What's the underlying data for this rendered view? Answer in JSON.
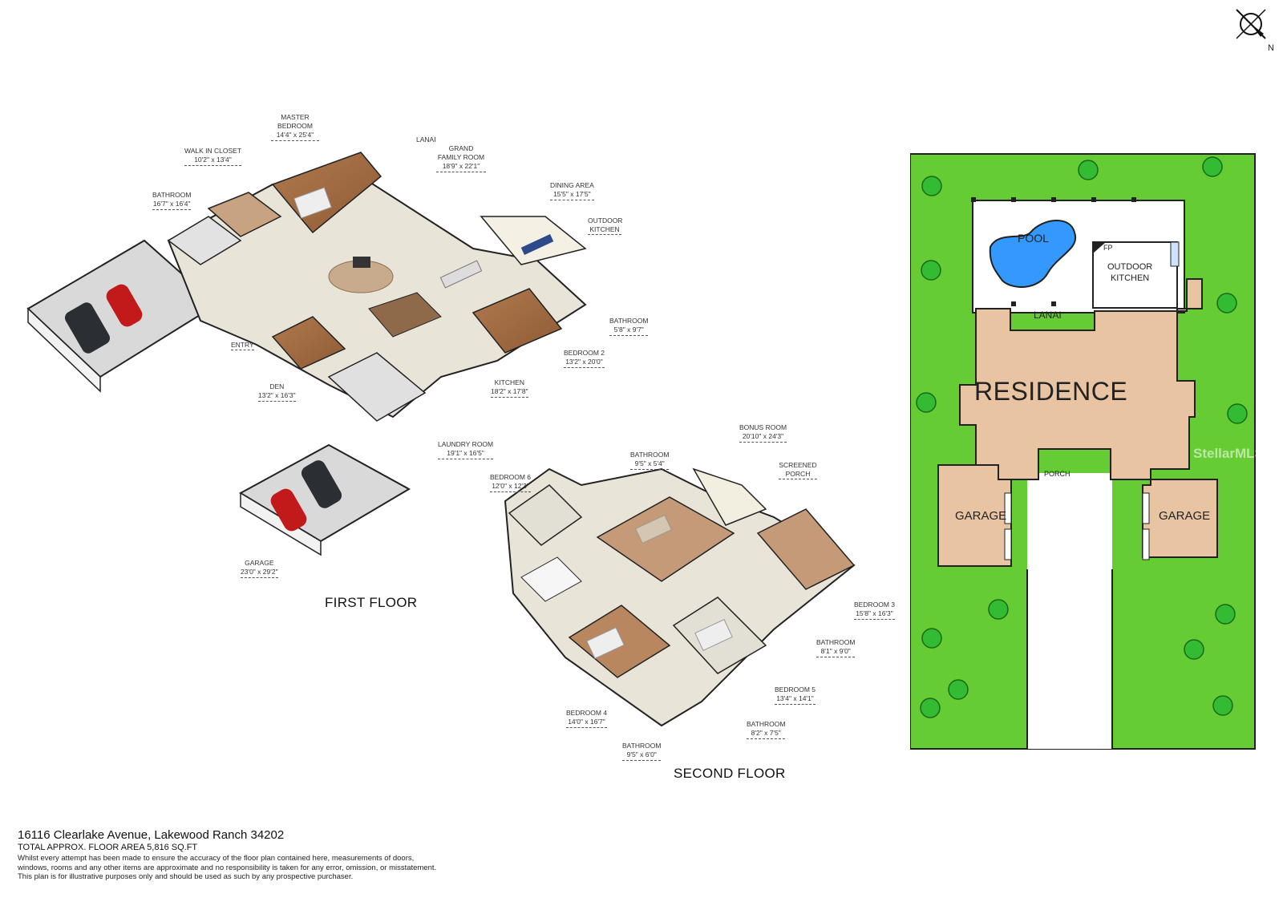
{
  "first_floor": {
    "title": "FIRST FLOOR",
    "rooms": [
      {
        "name": "MASTER BEDROOM",
        "dims": "14'4\" x 25'4\""
      },
      {
        "name": "WALK IN CLOSET",
        "dims": "10'2\" x 13'4\""
      },
      {
        "name": "LANAI",
        "dims": ""
      },
      {
        "name": "GRAND FAMILY ROOM",
        "dims": "18'9\" x 22'1\""
      },
      {
        "name": "BATHROOM",
        "dims": "16'7\" x 16'4\""
      },
      {
        "name": "DINING AREA",
        "dims": "15'5\" x 17'5\""
      },
      {
        "name": "OUTDOOR KITCHEN",
        "dims": ""
      },
      {
        "name": "BATHROOM",
        "dims": "5'8\" x 9'7\""
      },
      {
        "name": "BEDROOM 2",
        "dims": "13'2\" x 20'0\""
      },
      {
        "name": "ENTRY",
        "dims": ""
      },
      {
        "name": "KITCHEN",
        "dims": "18'2\" x 17'8\""
      },
      {
        "name": "DEN",
        "dims": "13'2\" x 16'3\""
      },
      {
        "name": "LAUNDRY ROOM",
        "dims": "19'1\" x 16'5\""
      },
      {
        "name": "GARAGE",
        "dims": "23'0\" x 29'2\""
      }
    ]
  },
  "second_floor": {
    "title": "SECOND FLOOR",
    "rooms": [
      {
        "name": "BONUS ROOM",
        "dims": "20'10\" x 24'3\""
      },
      {
        "name": "BATHROOM",
        "dims": "9'5\" x 5'4\""
      },
      {
        "name": "SCREENED PORCH",
        "dims": ""
      },
      {
        "name": "BEDROOM 6",
        "dims": "12'0\" x 12'3\""
      },
      {
        "name": "BEDROOM 3",
        "dims": "15'8\" x 16'3\""
      },
      {
        "name": "BATHROOM",
        "dims": "8'1\" x 9'0\""
      },
      {
        "name": "BEDROOM 5",
        "dims": "13'4\" x 14'1\""
      },
      {
        "name": "BEDROOM 4",
        "dims": "14'0\" x 16'7\""
      },
      {
        "name": "BATHROOM",
        "dims": "8'2\" x 7'5\""
      },
      {
        "name": "BATHROOM",
        "dims": "9'5\" x 6'0\""
      }
    ]
  },
  "site_plan": {
    "residence": "RESIDENCE",
    "pool": "POOL",
    "fp": "FP",
    "outdoor_kitchen_1": "OUTDOOR",
    "outdoor_kitchen_2": "KITCHEN",
    "lanai": "LANAI",
    "porch": "PORCH",
    "garage_left": "GARAGE",
    "garage_right": "GARAGE",
    "colors": {
      "lawn": "#66cc33",
      "building": "#e8c4a2",
      "pool": "#3399ff"
    }
  },
  "compass": {
    "north": "N"
  },
  "watermark": "StellarMLS",
  "footer": {
    "address": "16116 Clearlake Avenue, Lakewood Ranch 34202",
    "area": "TOTAL APPROX. FLOOR AREA 5,816 SQ.FT",
    "disclaimer_1": "Whilst every attempt has been made to ensure the accuracy of the floor plan contained here, measurements of doors,",
    "disclaimer_2": "windows, rooms and any other items are approximate and no responsibility is taken for any error, omission, or misstatement.",
    "disclaimer_3": "This plan is for illustrative purposes only and should be used as such by any prospective purchaser."
  }
}
